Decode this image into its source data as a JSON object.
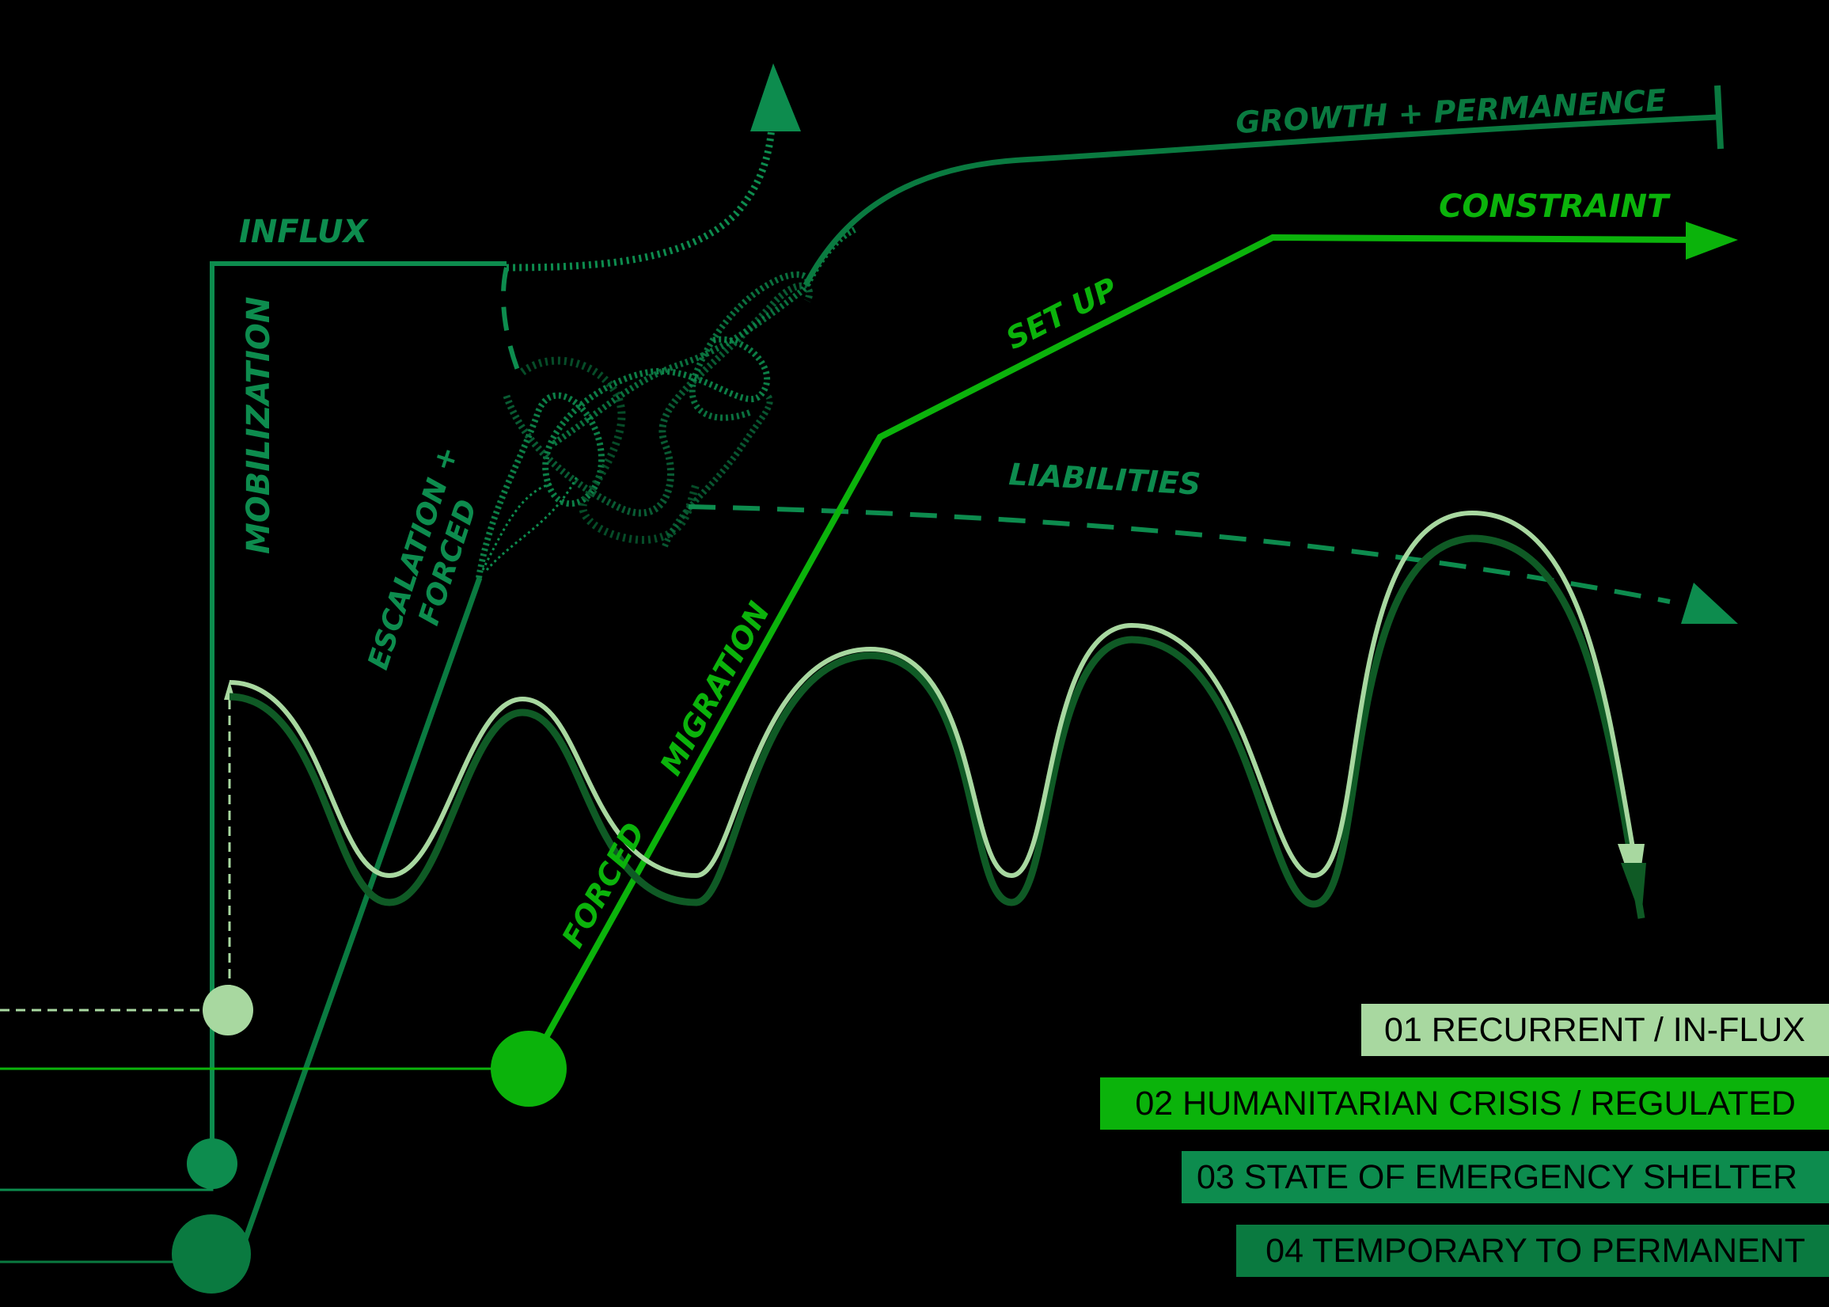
{
  "colors": {
    "background": "#000000",
    "recurrent": "#a8d8a0",
    "humanitarian": "#0bb30b",
    "emergency": "#0d8c4e",
    "permanent": "#0a7a40"
  },
  "labels": {
    "influx": "INFLUX",
    "mobilization": "MOBILIZATION",
    "escalation": "ESCALATION +",
    "forced_a": "FORCED",
    "forced_b": "FORCED",
    "migration": "MIGRATION",
    "set_up": "SET UP",
    "constraint": "CONSTRAINT",
    "growth": "GROWTH +  PERMANENCE",
    "liabilities": "LIABILITIES"
  },
  "legend": [
    {
      "text": "01 RECURRENT / IN-FLUX",
      "color": "#a8d8a0"
    },
    {
      "text": "02 HUMANITARIAN CRISIS / REGULATED",
      "color": "#0bb30b"
    },
    {
      "text": "03 STATE OF EMERGENCY SHELTER",
      "color": "#0d8c4e"
    },
    {
      "text": "04 TEMPORARY TO PERMANENT",
      "color": "#0a7a40"
    }
  ]
}
